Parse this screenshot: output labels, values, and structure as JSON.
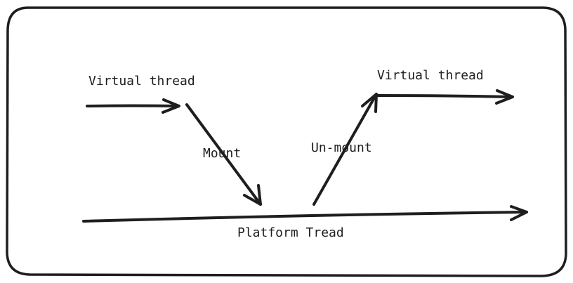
{
  "diagram": {
    "labels": {
      "virtual_thread_left": "Virtual thread",
      "virtual_thread_right": "Virtual thread",
      "mount": "Mount",
      "unmount": "Un-mount",
      "platform": "Platform Tread"
    },
    "colors": {
      "stroke": "#1e1e1e",
      "background": "#ffffff"
    }
  }
}
